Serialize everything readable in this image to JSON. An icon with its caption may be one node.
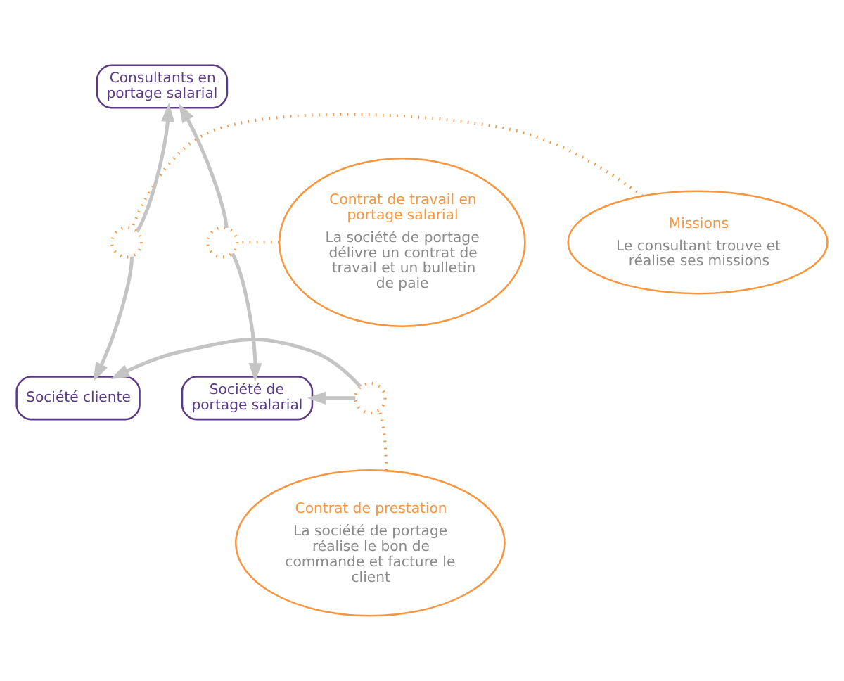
{
  "diagram": {
    "nodes": [
      {
        "text": [
          "Consultants en portage salarial"
        ]
      },
      {
        "text": [
          "Missions",
          "Le consultant trouve et réalise ses missions"
        ]
      },
      {
        "text": [],
        "shape": "circle"
      },
      {
        "text": [],
        "shape": "circle"
      },
      {
        "text": [
          "Contrat de travail en portage salarial",
          "La société de portage délivre un contrat de travail et un bulletin de paie"
        ]
      },
      {
        "text": [
          "Société cliente"
        ]
      },
      {
        "text": [],
        "shape": "circle"
      },
      {
        "text": [
          "Société de portage salarial"
        ]
      },
      {
        "text": [
          "Contrat de prestation",
          "La société de portage réalise le bon de commande et facture le client"
        ]
      }
    ],
    "edges": [
      {
        "from": 2,
        "to": 0,
        "arrow": "to"
      },
      {
        "from": 3,
        "to": 0,
        "arrow": "to"
      },
      {
        "from": 2,
        "to": 5,
        "arrow": "to"
      },
      {
        "from": 3,
        "to": 7,
        "arrow": "to"
      },
      {
        "from": 6,
        "to": 5,
        "arrow": "to"
      },
      {
        "from": 6,
        "to": 7,
        "arrow": "to"
      },
      {
        "from": 1,
        "to": 2,
        "arrow": "none",
        "style": "dashed",
        "color": "#f7963f"
      },
      {
        "from": 4,
        "to": 3,
        "arrow": "none",
        "style": "dashed",
        "color": "#f7963f"
      },
      {
        "from": 8,
        "to": 6,
        "arrow": "none",
        "style": "dashed",
        "color": "#f7963f"
      }
    ]
  }
}
